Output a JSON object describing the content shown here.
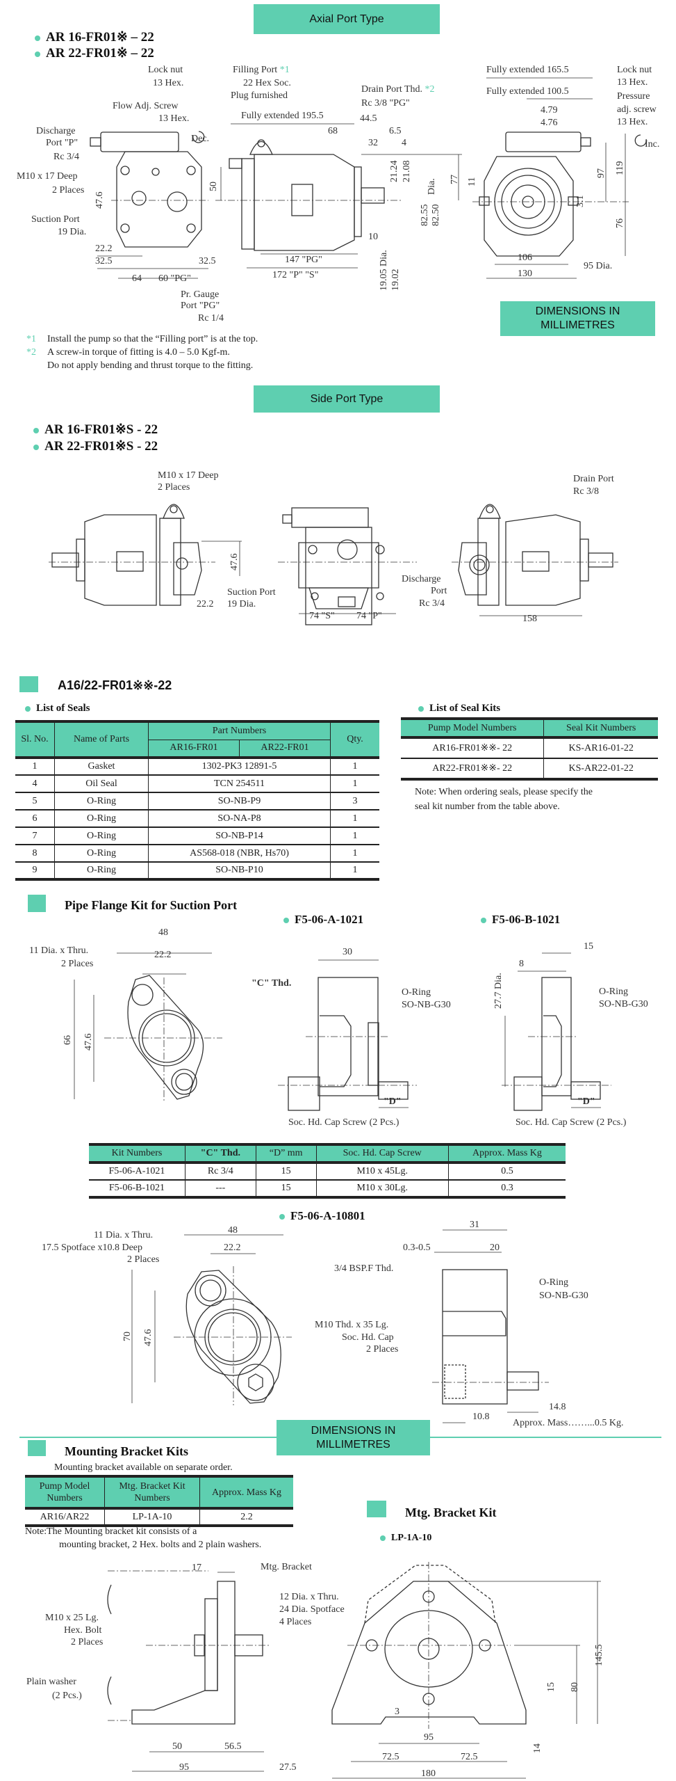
{
  "axial": {
    "banner": "Axial Port Type",
    "models": [
      "AR 16-FR01※ – 22",
      "AR 22-FR01※ – 22"
    ],
    "labels": {
      "lock_nut_left": "Lock nut",
      "lock_nut_left_hex": "13 Hex.",
      "filling_port": "Filling Port",
      "filling_port_ref": "*1",
      "filling_hex": "22 Hex Soc.",
      "filling_plug": "Plug furnished",
      "drain_port": "Drain Port Thd.",
      "drain_port_ref": "*2",
      "drain_rc": "Rc 3/8 \"PG\"",
      "flow_adj": "Flow Adj. Screw",
      "flow_adj_hex": "13 Hex.",
      "fully_195": "Fully extended 195.5",
      "d44_5": "44.5",
      "dec": "Dec.",
      "discharge": "Discharge",
      "discharge_port": "Port \"P\"",
      "discharge_rc": "Rc 3/4",
      "m10": "M10 x 17 Deep",
      "m10_places": "2 Places",
      "suction": "Suction Port",
      "suction_dia": "19 Dia.",
      "d22_2": "22.2",
      "d32_5a": "32.5",
      "d32_5b": "32.5",
      "d64": "64",
      "d60pg": "60 \"PG\"",
      "d47_6": "47.6",
      "d68": "68",
      "d6_5": "6.5",
      "d32": "32",
      "d4": "4",
      "d50": "50",
      "d21_24": "21.24",
      "d21_08": "21.08",
      "dia": "Dia.",
      "d77": "77",
      "d82_55": "82.55",
      "d82_50": "82.50",
      "d10": "10",
      "d147": "147 \"PG\"",
      "d172": "172 \"P\" \"S\"",
      "d19_05": "19.05 Dia.",
      "d19_02": "19.02",
      "pr_gauge": "Pr. Gauge",
      "pr_gauge_port": "Port \"PG\"",
      "pr_gauge_rc": "Rc 1/4",
      "fully_165": "Fully extended 165.5",
      "fully_100": "Fully extended 100.5",
      "lock_nut_right": "Lock nut",
      "lock_nut_right_hex": "13 Hex.",
      "pressure": "Pressure",
      "adj_screw": "adj. screw",
      "adj_hex": "13 Hex.",
      "inc": "Inc.",
      "d4_79": "4.79",
      "d4_76": "4.76",
      "d119": "119",
      "d97": "97",
      "d11": "11",
      "d3_1": "3.1",
      "d76": "76",
      "d106": "106",
      "d130": "130",
      "d95dia": "95 Dia."
    },
    "dimensions_box": [
      "DIMENSIONS IN",
      "MILLIMETRES"
    ],
    "notes": [
      {
        "ref": "*1",
        "text": "Install the pump so that the “Filling port” is at the top."
      },
      {
        "ref": "*2",
        "text": "A screw-in torque of fitting is 4.0 – 5.0 Kgf-m."
      },
      {
        "ref": "",
        "text": "Do not apply bending and thrust torque to the fitting."
      }
    ]
  },
  "side": {
    "banner": "Side Port Type",
    "models": [
      "AR 16-FR01※S - 22",
      "AR 22-FR01※S - 22"
    ],
    "labels": {
      "m10": "M10 x 17 Deep",
      "m10_places": "2 Places",
      "drain": "Drain Port",
      "drain_rc": "Rc 3/8",
      "d47_6": "47.6",
      "suction": "Suction Port",
      "suction_dia": "19 Dia.",
      "d22_2": "22.2",
      "discharge": "Discharge",
      "discharge_port": "Port",
      "discharge_rc": "Rc 3/4",
      "d74s": "74 \"S\"",
      "d74p": "74 \"P\"",
      "d158": "158"
    }
  },
  "seals": {
    "title": "A16/22-FR01※※-22",
    "list_title": "List of Seals",
    "headers": {
      "sl": "Sl. No.",
      "name": "Name of Parts",
      "part_numbers": "Part Numbers",
      "ar16": "AR16-FR01",
      "ar22": "AR22-FR01",
      "qty": "Qty."
    },
    "rows": [
      {
        "sl": "1",
        "name": "Gasket",
        "part": "1302-PK3 12891-5",
        "qty": "1"
      },
      {
        "sl": "4",
        "name": "Oil Seal",
        "part": "TCN 254511",
        "qty": "1"
      },
      {
        "sl": "5",
        "name": "O-Ring",
        "part": "SO-NB-P9",
        "qty": "3"
      },
      {
        "sl": "6",
        "name": "O-Ring",
        "part": "SO-NA-P8",
        "qty": "1"
      },
      {
        "sl": "7",
        "name": "O-Ring",
        "part": "SO-NB-P14",
        "qty": "1"
      },
      {
        "sl": "8",
        "name": "O-Ring",
        "part": "AS568-018 (NBR, Hs70)",
        "qty": "1"
      },
      {
        "sl": "9",
        "name": "O-Ring",
        "part": "SO-NB-P10",
        "qty": "1"
      }
    ],
    "kits_title": "List of Seal Kits",
    "kits_headers": {
      "model": "Pump Model Numbers",
      "kit": "Seal Kit Numbers"
    },
    "kits": [
      {
        "model": "AR16-FR01※※- 22",
        "kit": "KS-AR16-01-22"
      },
      {
        "model": "AR22-FR01※※- 22",
        "kit": "KS-AR22-01-22"
      }
    ],
    "note": [
      "Note: When ordering seals, please specify the",
      "seal kit number from the table above."
    ]
  },
  "flange": {
    "title": "Pipe Flange Kit for Suction Port",
    "kit_a": "F5-06-A-1021",
    "kit_b": "F5-06-B-1021",
    "labels": {
      "d48": "48",
      "hole": "11 Dia. x Thru.",
      "hole_places": "2 Places",
      "d22_2": "22.2",
      "d66": "66",
      "d47_6": "47.6",
      "d30": "30",
      "c_thd": "\"C\" Thd.",
      "oring_a": "O-Ring",
      "oring_a_no": "SO-NB-G30",
      "d_a": "\"D\"",
      "screw_a": "Soc. Hd. Cap Screw (2 Pcs.)",
      "d15": "15",
      "d8": "8",
      "d27_7": "27.7 Dia.",
      "oring_b": "O-Ring",
      "oring_b_no": "SO-NB-G30",
      "d_b": "\"D\"",
      "screw_b": "Soc. Hd. Cap Screw (2 Pcs.)"
    },
    "table_headers": [
      "Kit Numbers",
      "\"C\" Thd.",
      "“D” mm",
      "Soc. Hd. Cap Screw",
      "Approx. Mass Kg"
    ],
    "table_rows": [
      [
        "F5-06-A-1021",
        "Rc 3/4",
        "15",
        "M10 x 45Lg.",
        "0.5"
      ],
      [
        "F5-06-B-1021",
        "---",
        "15",
        "M10 x 30Lg.",
        "0.3"
      ]
    ],
    "kit_c": "F5-06-A-10801",
    "labels_c": {
      "d48": "48",
      "hole": "11 Dia. x Thru.",
      "spotface": "17.5 Spotface x10.8 Deep",
      "places": "2 Places",
      "d22_2": "22.2",
      "d70": "70",
      "d47_6": "47.6",
      "d31": "31",
      "d0_3": "0.3-0.5",
      "d20": "20",
      "bsp": "3/4 BSP.F Thd.",
      "oring": "O-Ring",
      "oring_no": "SO-NB-G30",
      "m10": "M10 Thd. x 35 Lg.",
      "soc": "Soc. Hd. Cap",
      "places2": "2 Places",
      "d14_8": "14.8",
      "d10_8": "10.8",
      "mass": "Approx. Mass……...0.5 Kg."
    }
  },
  "dimensions_box2": [
    "DIMENSIONS IN",
    "MILLIMETRES"
  ],
  "bracket": {
    "title": "Mounting Bracket Kits",
    "subtitle": "Mounting bracket available on separate order.",
    "headers": [
      "Pump Model Numbers",
      "Mtg. Bracket Kit Numbers",
      "Approx. Mass Kg"
    ],
    "row": [
      "AR16/AR22",
      "LP-1A-10",
      "2.2"
    ],
    "note": [
      "Note:The Mounting bracket kit consists of a",
      "mounting bracket, 2 Hex. bolts and 2 plain washers."
    ],
    "kit_title": "Mtg. Bracket Kit",
    "kit_name": "LP-1A-10",
    "labels": {
      "d17": "17",
      "mtg": "Mtg. Bracket",
      "bolt": "M10 x 25 Lg.",
      "bolt_type": "Hex. Bolt",
      "bolt_places": "2 Places",
      "washer": "Plain washer",
      "washer_pcs": "(2 Pcs.)",
      "d50": "50",
      "d56_5": "56.5",
      "d95l": "95",
      "d27_5": "27.5",
      "hole": "12 Dia. x Thru.",
      "spotface": "24 Dia. Spotface",
      "places": "4 Places",
      "d145_5": "145.5",
      "d80": "80",
      "d15": "15",
      "d3": "3",
      "d95": "95",
      "d72_5a": "72.5",
      "d72_5b": "72.5",
      "d14": "14",
      "d180": "180"
    }
  }
}
